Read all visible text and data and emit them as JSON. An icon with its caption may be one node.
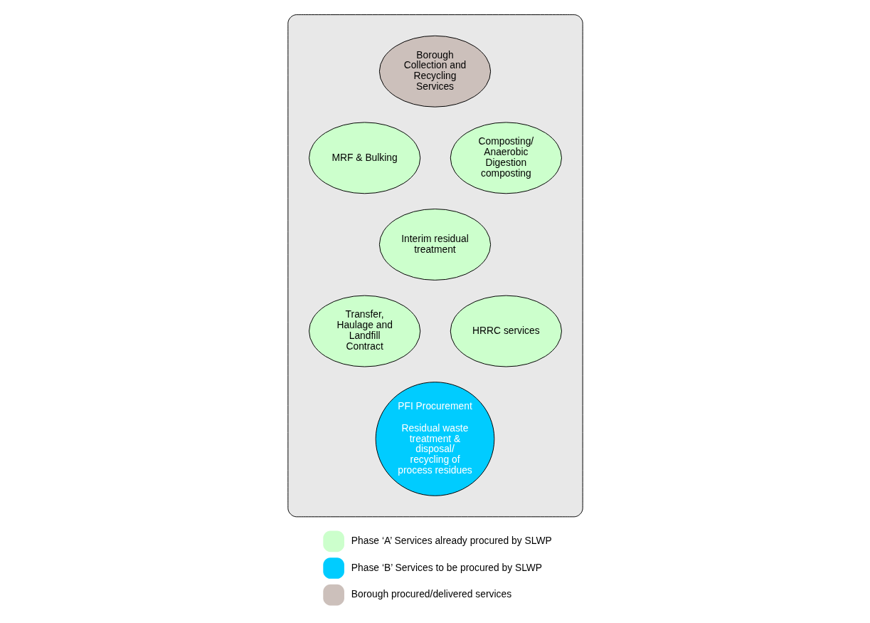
{
  "diagram": {
    "nodes": [
      {
        "text": [],
        "shape": "ellipse"
      },
      {
        "text": [
          "Borough Collection and Recycling Services"
        ],
        "in": 0
      },
      {
        "text": [
          "MRF & Bulking"
        ],
        "in": 0
      },
      {
        "text": [
          "Composting/ Anaerobic Digestion composting"
        ],
        "in": 0
      },
      {
        "text": [
          "Interim residual treatment"
        ],
        "in": 0
      },
      {
        "text": [
          "Transfer, Haulage and Landfill Contract"
        ],
        "in": 0
      },
      {
        "text": [
          "HRRC services"
        ],
        "in": 0
      },
      {
        "text": [
          "PFI Procurement",
          "Residual waste treatment & disposal/ recycling of process residues"
        ],
        "in": 0
      }
    ],
    "edges": [],
    "legend": [
      {
        "text": "Phase ‘A’ Services already procured by SLWP",
        "color": "#ccffcc"
      },
      {
        "text": "Phase ‘B’ Services to be procured by SLWP",
        "color": "#00ccff"
      },
      {
        "text": "Borough procured/delivered services",
        "color": "#ccc0bb"
      }
    ]
  }
}
